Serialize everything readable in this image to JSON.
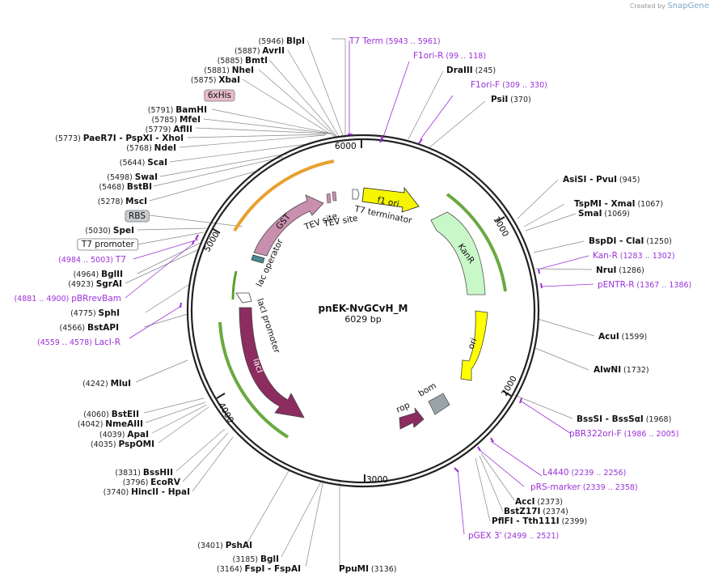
{
  "credit": {
    "prefix": "Created by",
    "brand": "SnapGene"
  },
  "plasmid": {
    "name": "pnEK-NvGCvH_M",
    "length_text": "6029 bp",
    "length": 6029
  },
  "ticks": [
    "1000",
    "2000",
    "3000",
    "4000",
    "5000",
    "6000"
  ],
  "colors": {
    "primer": "#9b30d9",
    "backbone": "#222222",
    "f1ori": "#f5f500",
    "KanR": "#c8f7c8",
    "ori": "#ffff00",
    "lacI": "#8c2c5f",
    "GST": "#c98fae",
    "bom": "#9aa3a8",
    "rop": "#8c2c5f"
  },
  "sites": [
    {
      "side": "R",
      "parts": [
        "AsiSI",
        "PvuI"
      ],
      "pos": "(945)"
    },
    {
      "side": "R",
      "parts": [
        "TspMI",
        "XmaI"
      ],
      "pos": "(1067)"
    },
    {
      "side": "R",
      "parts": [
        "SmaI"
      ],
      "pos": "(1069)"
    },
    {
      "side": "R",
      "parts": [
        "BspDI",
        "ClaI"
      ],
      "pos": "(1250)"
    },
    {
      "side": "R",
      "parts": [
        "Kan-R"
      ],
      "pos": "(1283 .. 1302)",
      "primer": true
    },
    {
      "side": "R",
      "parts": [
        "NruI"
      ],
      "pos": "(1286)"
    },
    {
      "side": "R",
      "parts": [
        "pENTR-R"
      ],
      "pos": "(1367 .. 1386)",
      "primer": true
    },
    {
      "side": "R",
      "parts": [
        "AcuI"
      ],
      "pos": "(1599)"
    },
    {
      "side": "R",
      "parts": [
        "AlwNI"
      ],
      "pos": "(1732)"
    },
    {
      "side": "R",
      "parts": [
        "BssSI",
        "BssSαI"
      ],
      "pos": "(1968)"
    },
    {
      "side": "R",
      "parts": [
        "pBR322ori-F"
      ],
      "pos": "(1986 .. 2005)",
      "primer": true
    },
    {
      "side": "R",
      "parts": [
        "L4440"
      ],
      "pos": "(2239 .. 2256)",
      "primer": true
    },
    {
      "side": "R",
      "parts": [
        "pRS-marker"
      ],
      "pos": "(2339 .. 2358)",
      "primer": true
    },
    {
      "side": "R",
      "parts": [
        "AccI"
      ],
      "pos": "(2373)"
    },
    {
      "side": "R",
      "parts": [
        "BstZ17I"
      ],
      "pos": "(2374)"
    },
    {
      "side": "R",
      "parts": [
        "PflFI",
        "Tth111I"
      ],
      "pos": "(2399)"
    },
    {
      "side": "R",
      "parts": [
        "pGEX 3'"
      ],
      "pos": "(2499 .. 2521)",
      "primer": true
    },
    {
      "side": "T",
      "parts": [
        "T7 Term"
      ],
      "pos": "(5943 .. 5961)",
      "primer": true
    },
    {
      "side": "T",
      "parts": [
        "F1ori-R"
      ],
      "pos": "(99 .. 118)",
      "primer": true
    },
    {
      "side": "T",
      "parts": [
        "DraIII"
      ],
      "pos": "(245)"
    },
    {
      "side": "T",
      "parts": [
        "F1ori-F"
      ],
      "pos": "(309 .. 330)",
      "primer": true
    },
    {
      "side": "T",
      "parts": [
        "PsiI"
      ],
      "pos": "(370)"
    },
    {
      "side": "L",
      "parts": [
        "BlpI"
      ],
      "pos": "(5946)"
    },
    {
      "side": "L",
      "parts": [
        "AvrII"
      ],
      "pos": "(5887)"
    },
    {
      "side": "L",
      "parts": [
        "BmtI"
      ],
      "pos": "(5885)"
    },
    {
      "side": "L",
      "parts": [
        "NheI"
      ],
      "pos": "(5881)"
    },
    {
      "side": "L",
      "parts": [
        "XbaI"
      ],
      "pos": "(5875)"
    },
    {
      "side": "L",
      "parts": [
        "6xHis"
      ],
      "pos": "",
      "box": "his"
    },
    {
      "side": "L",
      "parts": [
        "BamHI"
      ],
      "pos": "(5791)"
    },
    {
      "side": "L",
      "parts": [
        "MfeI"
      ],
      "pos": "(5785)"
    },
    {
      "side": "L",
      "parts": [
        "AflII"
      ],
      "pos": "(5779)"
    },
    {
      "side": "L",
      "parts": [
        "PaeR7I",
        "PspXI",
        "XhoI"
      ],
      "pos": "(5773)"
    },
    {
      "side": "L",
      "parts": [
        "NdeI"
      ],
      "pos": "(5768)"
    },
    {
      "side": "L",
      "parts": [
        "ScaI"
      ],
      "pos": "(5644)"
    },
    {
      "side": "L",
      "parts": [
        "SwaI"
      ],
      "pos": "(5498)"
    },
    {
      "side": "L",
      "parts": [
        "BstBI"
      ],
      "pos": "(5468)"
    },
    {
      "side": "L",
      "parts": [
        "MscI"
      ],
      "pos": "(5278)"
    },
    {
      "side": "L",
      "parts": [
        "RBS"
      ],
      "pos": "",
      "box": "rbs"
    },
    {
      "side": "L",
      "parts": [
        "SpeI"
      ],
      "pos": "(5030)"
    },
    {
      "side": "L",
      "parts": [
        "T7 promoter"
      ],
      "pos": "",
      "box": "t7p"
    },
    {
      "side": "L",
      "parts": [
        "T7"
      ],
      "pos": "(4984 .. 5003)",
      "primer": true
    },
    {
      "side": "L",
      "parts": [
        "BglII"
      ],
      "pos": "(4964)"
    },
    {
      "side": "L",
      "parts": [
        "SgrAI"
      ],
      "pos": "(4923)"
    },
    {
      "side": "L",
      "parts": [
        "pBRrevBam"
      ],
      "pos": "(4881 .. 4900)",
      "primer": true
    },
    {
      "side": "L",
      "parts": [
        "SphI"
      ],
      "pos": "(4775)"
    },
    {
      "side": "L",
      "parts": [
        "BstAPI"
      ],
      "pos": "(4566)"
    },
    {
      "side": "L",
      "parts": [
        "LacI-R"
      ],
      "pos": "(4559 .. 4578)",
      "primer": true
    },
    {
      "side": "L",
      "parts": [
        "MluI"
      ],
      "pos": "(4242)"
    },
    {
      "side": "L",
      "parts": [
        "BstEII"
      ],
      "pos": "(4060)"
    },
    {
      "side": "L",
      "parts": [
        "NmeAIII"
      ],
      "pos": "(4042)"
    },
    {
      "side": "L",
      "parts": [
        "ApaI"
      ],
      "pos": "(4039)"
    },
    {
      "side": "L",
      "parts": [
        "PspOMI"
      ],
      "pos": "(4035)"
    },
    {
      "side": "L",
      "parts": [
        "BssHII"
      ],
      "pos": "(3831)"
    },
    {
      "side": "L",
      "parts": [
        "EcoRV"
      ],
      "pos": "(3796)"
    },
    {
      "side": "L",
      "parts": [
        "HincII",
        "HpaI"
      ],
      "pos": "(3740)"
    },
    {
      "side": "L",
      "parts": [
        "PshAI"
      ],
      "pos": "(3401)"
    },
    {
      "side": "L",
      "parts": [
        "BglI"
      ],
      "pos": "(3185)"
    },
    {
      "side": "L",
      "parts": [
        "FspI",
        "FspAI"
      ],
      "pos": "(3164)"
    },
    {
      "side": "B",
      "parts": [
        "PpuMI"
      ],
      "pos": "(3136)"
    }
  ],
  "features": [
    "f1 ori",
    "KanR",
    "ori",
    "bom",
    "rop",
    "lacI",
    "lacI promoter",
    "lac operator",
    "GST",
    "TEV site",
    "TEV site",
    "T7 terminator"
  ]
}
